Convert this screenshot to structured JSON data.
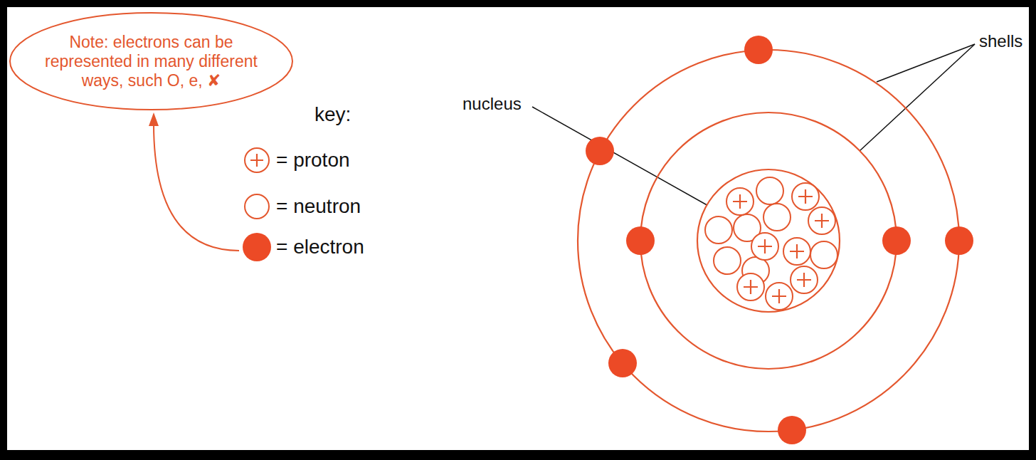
{
  "diagram": {
    "nodes": [
      {
        "text": [
          "Note: electrons can be represented in many different ways, such O, e, ✘"
        ]
      }
    ],
    "labels": [
      "key:",
      "nucleus",
      "shells"
    ],
    "legend": [
      {
        "text": "= proton"
      },
      {
        "text": "= neutron"
      },
      {
        "text": "= electron"
      }
    ]
  }
}
